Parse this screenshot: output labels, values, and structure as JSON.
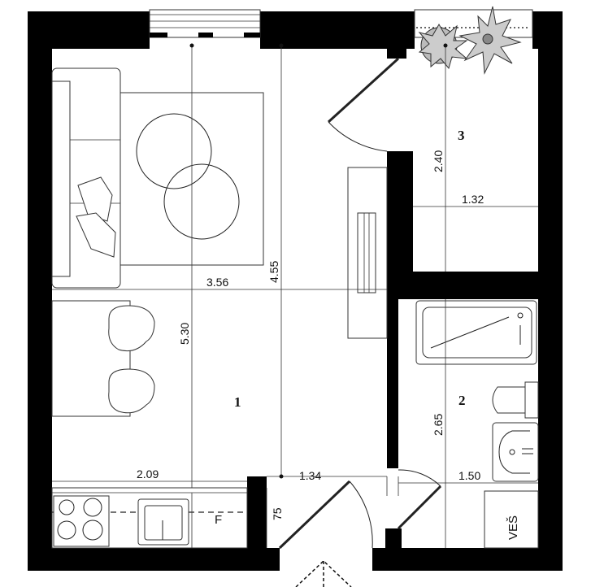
{
  "rooms": {
    "room1": "1",
    "room2": "2",
    "room3": "3"
  },
  "dimensions": {
    "d_556": "3.56",
    "d_530": "5.30",
    "d_455": "4.55",
    "d_240": "2.40",
    "d_132": "1.32",
    "d_265": "2.65",
    "d_209": "2.09",
    "d_134": "1.34",
    "d_150": "1.50",
    "d_75": "75"
  },
  "labels": {
    "fridge": "F",
    "laundry": "VEŠ"
  }
}
